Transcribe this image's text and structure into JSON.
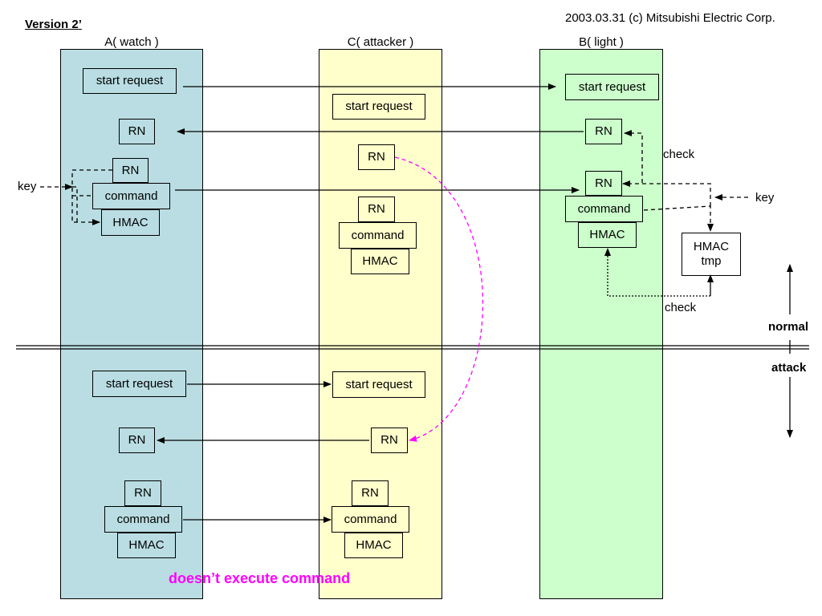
{
  "version_label": "Version 2’",
  "copyright": "2003.03.31 (c) Mitsubishi Electric Corp.",
  "colors": {
    "watch_col": "#b9dde2",
    "attacker_col": "#ffffcc",
    "light_col": "#ccffcc",
    "magenta": "#ff00ff"
  },
  "columns": {
    "watch": "A( watch )",
    "attacker": "C( attacker )",
    "light": "B( light )"
  },
  "normal": {
    "watch": {
      "start_request": "start request",
      "rn_received": "RN",
      "rn": "RN",
      "command": "command",
      "hmac": "HMAC"
    },
    "attacker": {
      "start_request": "start request",
      "rn": "RN",
      "rn2": "RN",
      "command": "command",
      "hmac": "HMAC"
    },
    "light": {
      "start_request": "start request",
      "rn": "RN",
      "rn2": "RN",
      "command": "command",
      "hmac": "HMAC",
      "hmac_tmp_line1": "HMAC",
      "hmac_tmp_line2": "tmp"
    },
    "key_left": "key",
    "key_right": "key",
    "check_top": "check",
    "check_bottom": "check"
  },
  "attack": {
    "watch": {
      "start_request": "start request",
      "rn": "RN",
      "rn2": "RN",
      "command": "command",
      "hmac": "HMAC"
    },
    "attacker": {
      "start_request": "start request",
      "rn": "RN",
      "rn2": "RN",
      "command": "command",
      "hmac": "HMAC"
    }
  },
  "side_labels": {
    "normal": "normal",
    "attack": "attack"
  },
  "result_note": "doesn’t execute command"
}
